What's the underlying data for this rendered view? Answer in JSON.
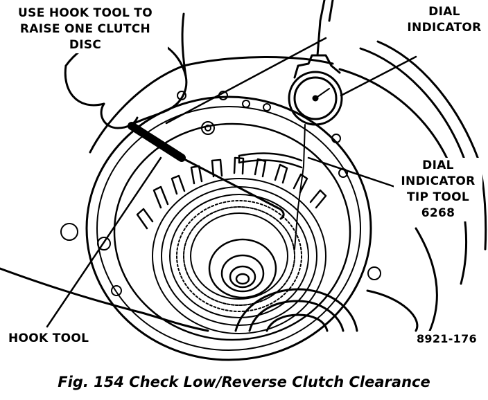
{
  "labels": {
    "hook_tool_raise": [
      "USE HOOK TOOL TO",
      "RAISE ONE CLUTCH",
      "DISC"
    ],
    "dial_indicator": [
      "DIAL",
      "INDICATOR"
    ],
    "tip_tool": [
      "DIAL",
      "INDICATOR",
      "TIP TOOL",
      "6268"
    ],
    "hook_tool": "HOOK TOOL",
    "part_number": "8921-176"
  },
  "caption": "Fig. 154 Check Low/Reverse Clutch Clearance",
  "colors": {
    "ink": "#000000",
    "paper": "#ffffff"
  }
}
